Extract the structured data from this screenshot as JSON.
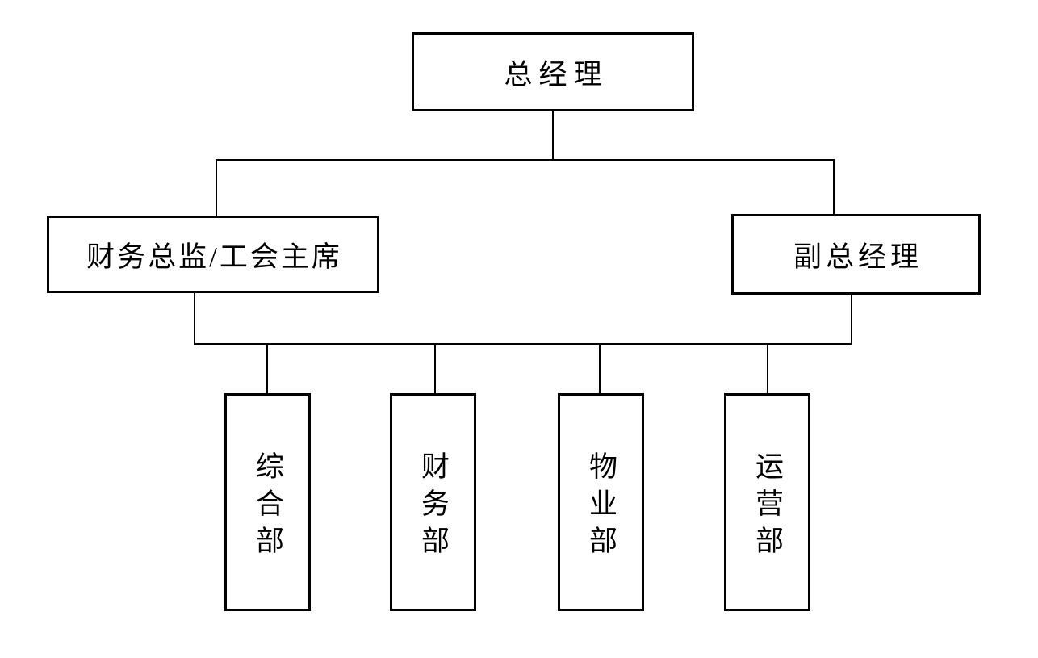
{
  "org_chart": {
    "root": {
      "label": "总经理"
    },
    "level2": [
      {
        "label": "财务总监/工会主席"
      },
      {
        "label": "副总经理"
      }
    ],
    "departments": [
      {
        "label": "综合部"
      },
      {
        "label": "财务部"
      },
      {
        "label": "物业部"
      },
      {
        "label": "运营部"
      }
    ],
    "colors": {
      "line": "#000000",
      "border": "#000000",
      "background": "#ffffff",
      "text": "#000000"
    }
  }
}
